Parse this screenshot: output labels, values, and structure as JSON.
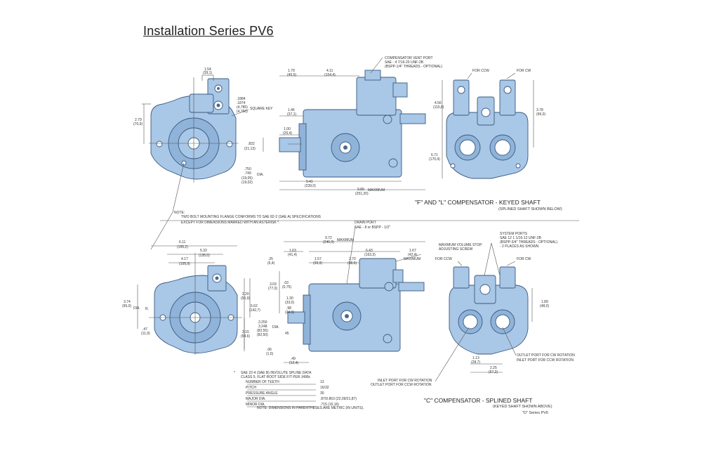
{
  "title": "Installation Series PV6",
  "captions": {
    "keyed": "\"F\" AND \"L\" COMPENSATOR - KEYED SHAFT",
    "keyed_sub": "(SPLINED SHAFT SHOWN BELOW)",
    "splined": "\"C\" COMPENSATOR - SPLINED SHAFT",
    "splined_sub": "(KEYED SHAFT SHOWN ABOVE)",
    "series": "\"D\" Series PV6"
  },
  "notes": {
    "note_label": "NOTE:",
    "note_line1": "TWO BOLT MOUNTING FLANGE CONFORMS TO SAE 82-2 (SAE A) SPECIFICATIONS",
    "note_line2": "EXCEPT FOR DIMENSIONS MARKED WITH AN ASTERISK *.",
    "metric": "NOTE: DIMENSIONS IN PARENTHESES ARE METRIC (IN UNITS)."
  },
  "callouts": {
    "comp_vent_1": "COMPENSATOR VENT PORT",
    "comp_vent_2": "SAE - 4 7/16-20 UNF-2B",
    "comp_vent_3": "(BSPP-1/4\" THREADS - OPTIONAL)",
    "for_ccw_top": "FOR CCW",
    "for_cw_top": "FOR CW",
    "square_key": "SQUARE KEY",
    "dia": "DIA.",
    "maximum": "MAXIMUM",
    "drain_1": "DRAIN PORT",
    "drain_2": "SAE - 8 or BSPP - 1/2\"",
    "max_vol_1": "MAXIMUM VOLUME STOP",
    "max_vol_2": "ADJUSTING SCREW",
    "sys_1": "SYSTEM PORTS",
    "sys_2": "SAE 12  1 1/16-12 UNF-2B",
    "sys_3": "(BSPP-3/4\" THREADS - OPTIONAL)",
    "sys_4": "- 2 PLACES AS SHOWN",
    "for_ccw_bot": "FOR CCW",
    "for_cw_bot": "FOR CW",
    "outlet_cw": "OUTLET PORT FOR CW ROTATION",
    "inlet_ccw": "INLET PORT FOR CCW ROTATION",
    "inlet_cw": "INLET PORT FOR CW ROTATION",
    "outlet_ccw": "OUTLET PORT FOR CCW ROTATION",
    "r_label": "R.",
    "dia_small": "DIA."
  },
  "spline": {
    "head1": "SAE 22-4 (SAE B) INVOLUTE SPLINE DATA",
    "head2": "CLASS 5, FLAT ROOT SIDE FIT PER J498c",
    "rows": [
      {
        "label": "NUMBER OF TEETH",
        "value": "13"
      },
      {
        "label": "PITCH",
        "value": "16/32"
      },
      {
        "label": "PRESSURE ANGLE",
        "value": "30"
      },
      {
        "label": "MAJOR DIA.",
        "value": ".870/.863 (22,09/21,87)"
      },
      {
        "label": "MINOR DIA.",
        "value": ".715 (16,16)"
      }
    ]
  },
  "dims_top": {
    "d1": "1.54",
    "d1m": "(39,1)",
    "d2": "2.79",
    "d2m": "(70,9)",
    "d3": ".1884",
    "d3b": ".1874",
    "d3m": "(4,785)",
    "d3mb": "(4,760)",
    "d4": "1.79",
    "d4m": "(45,5)",
    "d5": "4.11",
    "d5m": "(104,4)",
    "d6": "1.46",
    "d6m": "(37,1)",
    "d7": "1.00",
    "d7m": "(25,4)",
    "d8": ".832",
    "d8m": "(21,13)",
    "d9": ".750",
    "d9b": ".749",
    "d9m": "(19,05)",
    "d9mb": "(19,02)",
    "d10": "9.41",
    "d10m": "(239,0)",
    "d11": "9.89",
    "d11m": "(251,20)",
    "d12": "4.56",
    "d12m": "(115,8)",
    "d13": "6.71",
    "d13m": "(170,4)",
    "d14": "3.78",
    "d14m": "(96,0)"
  },
  "dims_bot": {
    "b1": "6.11",
    "b1m": "(155,2)",
    "b2": "5.32",
    "b2m": "(135,0)",
    "b3": "4.17",
    "b3m": "(105,9)",
    "b4": "3.74",
    "b4m": "(95,0)",
    "b5": "2.20",
    "b5m": "(55,9)",
    "b6": "5.62",
    "b6m": "(142,7)",
    "b7": ".47",
    "b7m": "(11,9)",
    "b8": "2.15",
    "b8m": "(54,6)",
    "b9": "9.72",
    "b9m": "(246,9)",
    "b10": "1.63",
    "b10m": "(41,4)",
    "b11": "6.43",
    "b11m": "(163,3)",
    "b12": "1.67",
    "b12m": "(42,4)",
    "b13": ".25",
    "b13m": "(6,4)",
    "b14": "1.57",
    "b14m": "(39,9)",
    "b15": "2.70",
    "b15m": "(68,6)",
    "b16": "3.03",
    "b16m": "(77,0)",
    "b17": ".03",
    "b17m": "(0,75)",
    "b18": "1.30",
    "b18m": "(33,0)",
    "b19": ".98",
    "b19m": "(24,9)",
    "b20": "3.250",
    "b20b": "3.248",
    "b20m": "(82,55)",
    "b20mb": "(82,50)",
    "b21": ".06",
    "b21m": "(1,5)",
    "b22": ".49",
    "b22m": "(12,4)",
    "b23": "1.89",
    "b23m": "(48,0)",
    "b24": "1.13",
    "b24m": "(28,7)",
    "b25": "2.25",
    "b25m": "(57,2)",
    "b26": "45"
  }
}
